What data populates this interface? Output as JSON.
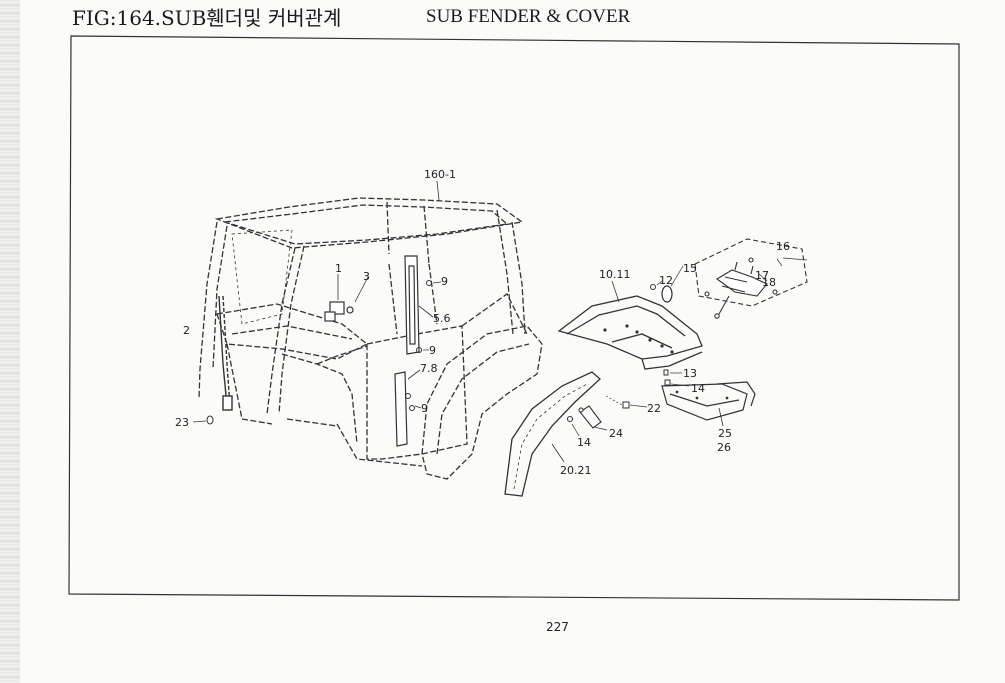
{
  "header": {
    "figure_title": "FIG:164.SUB휀더및 커버관계",
    "english_title": "SUB FENDER & COVER"
  },
  "callouts": {
    "c160_1": "160-1",
    "c1": "1",
    "c2": "2",
    "c3": "3",
    "c5_6": "5.6",
    "c7_8": "7.8",
    "c9a": "9",
    "c9b": "9",
    "c9c": "9",
    "c10_11": "10.11",
    "c12": "12",
    "c13": "13",
    "c14a": "14",
    "c14b": "14",
    "c15": "15",
    "c16": "16",
    "c17": "17",
    "c18": "18",
    "c20_21": "20.21",
    "c22": "22",
    "c23": "23",
    "c24": "24",
    "c25": "25",
    "c26": "26"
  },
  "footer": {
    "page_number": "227"
  }
}
